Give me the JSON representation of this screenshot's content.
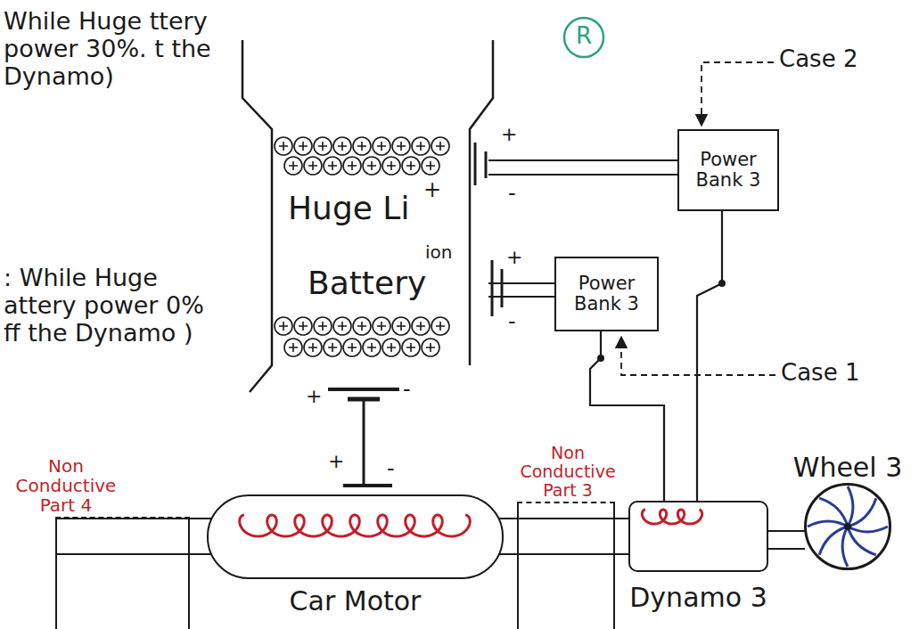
{
  "diagram": {
    "nodes": [
      {
        "text": [
          "Huge Li",
          "+",
          "ion",
          "Battery"
        ]
      },
      {
        "text": [
          "Power Bank 3"
        ]
      },
      {
        "text": [
          "Power Bank 3"
        ]
      },
      {
        "text": [
          "Non Conductive Part 4"
        ]
      },
      {
        "text": [
          "Car Motor"
        ]
      },
      {
        "text": [
          "Non Conductive Part 3"
        ]
      },
      {
        "text": [
          "Dynamo 3"
        ]
      },
      {
        "text": [
          "Wheel 3"
        ]
      }
    ],
    "edges": [
      {
        "from": 0,
        "to": 1,
        "arrow": "none"
      },
      {
        "from": 0,
        "to": 1,
        "arrow": "none"
      },
      {
        "from": 0,
        "to": 2,
        "arrow": "none"
      },
      {
        "from": 0,
        "to": 2,
        "arrow": "none"
      },
      {
        "from": 1,
        "to": 6,
        "arrow": "none"
      },
      {
        "from": 2,
        "to": 6,
        "arrow": "none"
      },
      {
        "from": 3,
        "to": 4,
        "arrow": "none"
      },
      {
        "from": 4,
        "to": 5,
        "arrow": "none"
      },
      {
        "from": 5,
        "to": 6,
        "arrow": "none"
      },
      {
        "from": 6,
        "to": 7,
        "arrow": "none"
      }
    ],
    "labels": [
      "While Huge ttery power 30%. t the Dynamo)",
      ": While Huge attery power 0% ff the Dynamo )",
      "R",
      "Case 2",
      "+",
      "-",
      "+",
      "-",
      "Case 1",
      "+",
      "-",
      "+",
      "-"
    ]
  }
}
